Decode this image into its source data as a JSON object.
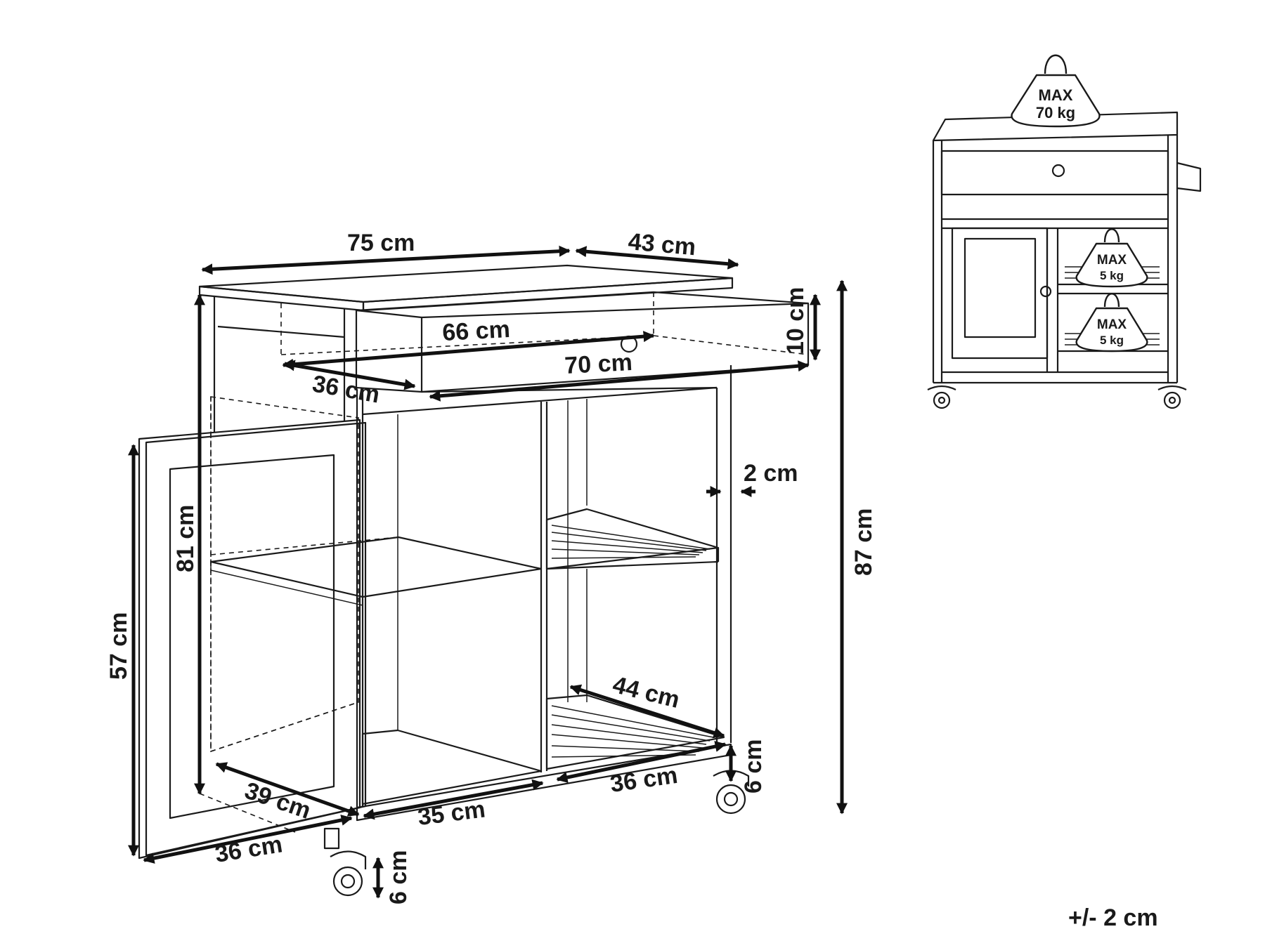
{
  "tolerance": "+/- 2 cm",
  "dimensions": {
    "top_width": "75 cm",
    "top_depth": "43 cm",
    "drawer_height": "10 cm",
    "drawer_inner_width": "66 cm",
    "drawer_width": "70 cm",
    "drawer_depth": "36 cm",
    "leg_gap": "2 cm",
    "total_height": "87 cm",
    "cabinet_height": "81 cm",
    "door_height": "57 cm",
    "shelf_depth": "44 cm",
    "shelf_width": "36 cm",
    "wheel_height_right": "6 cm",
    "wheel_height_front": "6 cm",
    "cabinet_depth": "39 cm",
    "cabinet_width": "35 cm",
    "door_width": "36 cm"
  },
  "weights": {
    "top": {
      "line1": "MAX",
      "line2": "70 kg"
    },
    "shelf1": {
      "line1": "MAX",
      "line2": "5 kg"
    },
    "shelf2": {
      "line1": "MAX",
      "line2": "5 kg"
    }
  }
}
